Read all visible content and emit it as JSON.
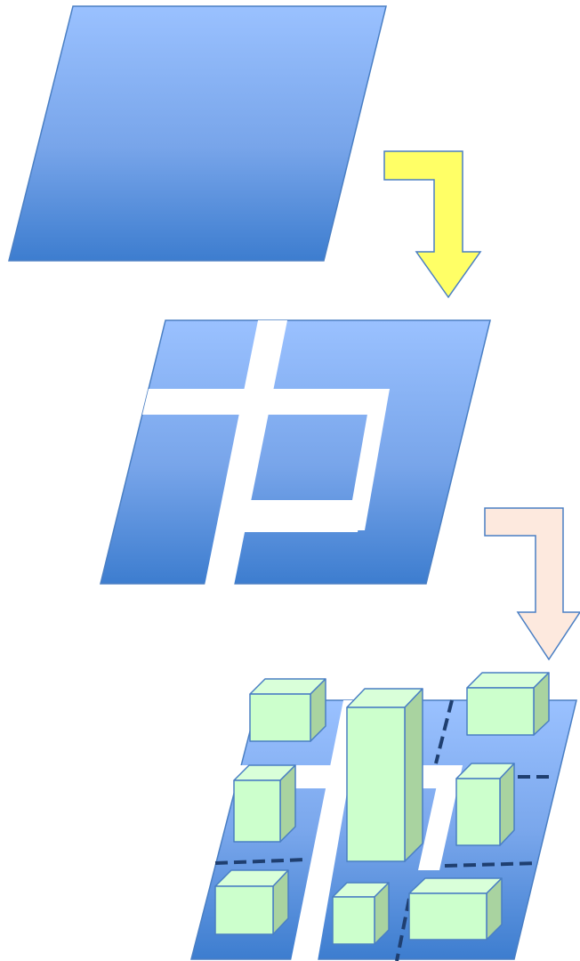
{
  "diagram": {
    "description_text": "",
    "colors": {
      "parcel_top": "#96bdfd",
      "parcel_bottom": "#3f7fd0",
      "parcel_stroke": "#4a7fc4",
      "arrow1_fill": "#ffff66",
      "arrow1_stroke": "#4a7fc4",
      "arrow2_fill": "#fde9de",
      "arrow2_stroke": "#4a7fc4",
      "road": "#ffffff",
      "lot_line": "#1f3f70",
      "building_front": "#ccffcc",
      "building_side": "#a9d3a0",
      "building_top": "#d9ffd9",
      "building_stroke": "#4a7fc4"
    },
    "stages": [
      {
        "name": "undivided-parcel"
      },
      {
        "name": "parcel-with-road-network"
      },
      {
        "name": "developed-parcel-with-buildings"
      }
    ],
    "arrows": [
      {
        "name": "arrow-stage1-to-stage2",
        "color": "yellow"
      },
      {
        "name": "arrow-stage2-to-stage3",
        "color": "peach"
      }
    ],
    "buildings_count": 8
  }
}
